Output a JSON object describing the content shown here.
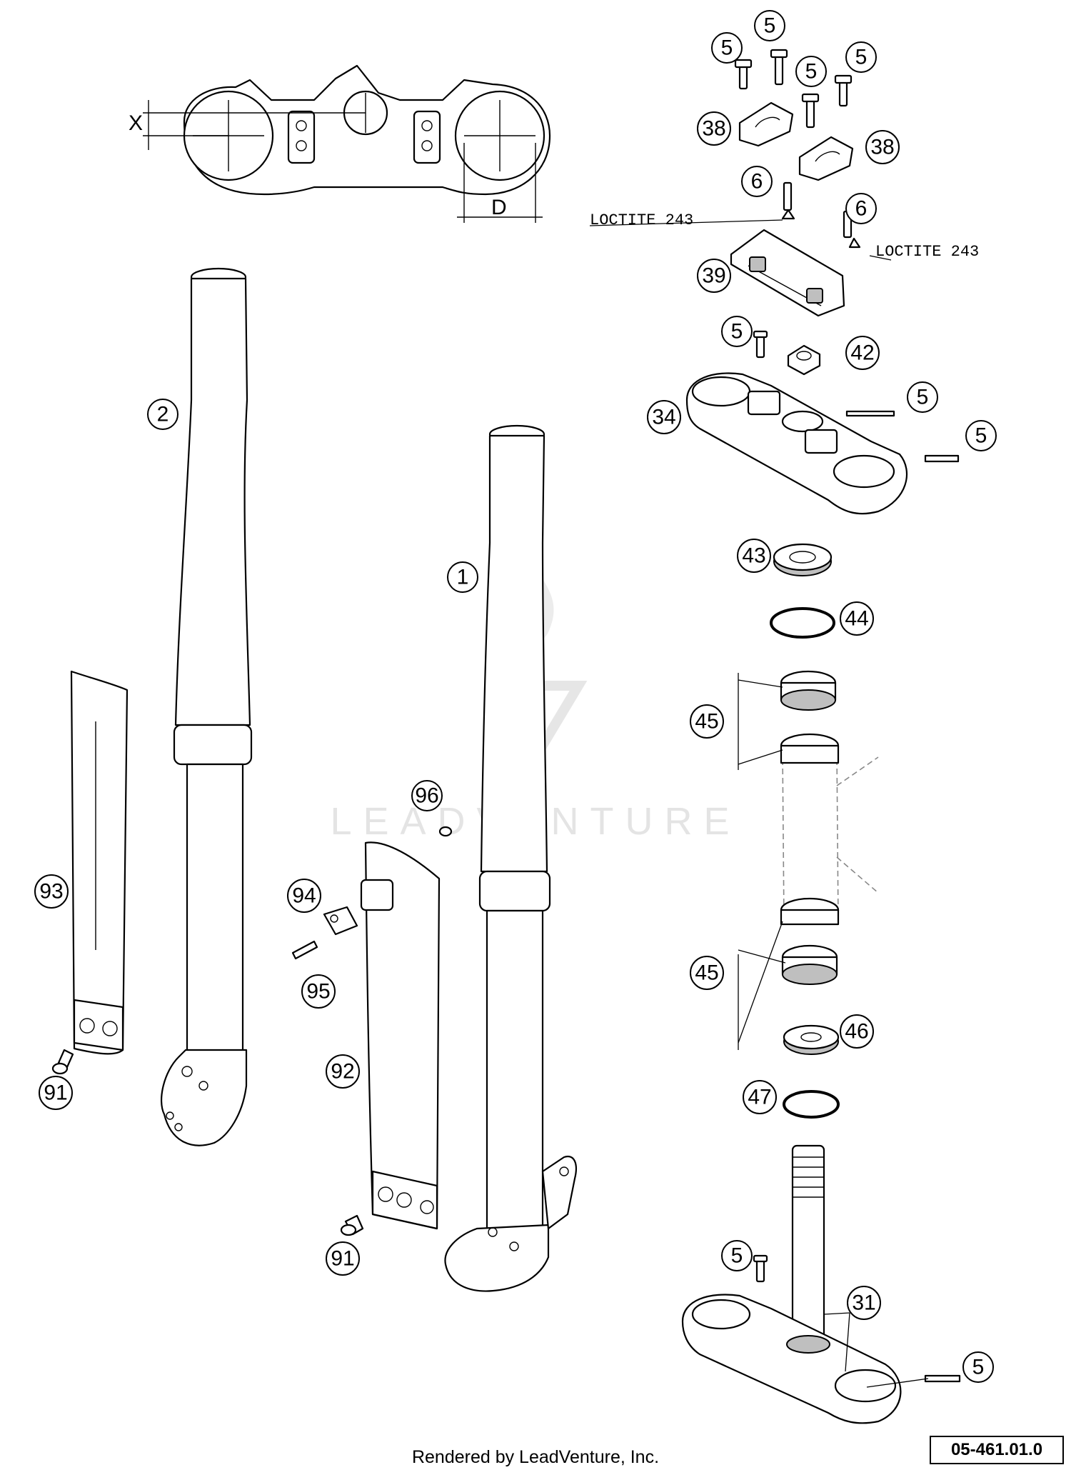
{
  "diagram": {
    "dimension_labels": {
      "x": "X",
      "d": "D"
    },
    "loctite_left": "LOCTITE 243",
    "loctite_right": "LOCTITE 243",
    "callouts": [
      {
        "id": "c5a",
        "label": "5"
      },
      {
        "id": "c5b",
        "label": "5"
      },
      {
        "id": "c5c",
        "label": "5"
      },
      {
        "id": "c5d",
        "label": "5"
      },
      {
        "id": "c38a",
        "label": "38"
      },
      {
        "id": "c38b",
        "label": "38"
      },
      {
        "id": "c6a",
        "label": "6"
      },
      {
        "id": "c6b",
        "label": "6"
      },
      {
        "id": "c39",
        "label": "39"
      },
      {
        "id": "c5e",
        "label": "5"
      },
      {
        "id": "c42",
        "label": "42"
      },
      {
        "id": "c34",
        "label": "34"
      },
      {
        "id": "c5f",
        "label": "5"
      },
      {
        "id": "c5g",
        "label": "5"
      },
      {
        "id": "c2",
        "label": "2"
      },
      {
        "id": "c1",
        "label": "1"
      },
      {
        "id": "c43",
        "label": "43"
      },
      {
        "id": "c44",
        "label": "44"
      },
      {
        "id": "c45a",
        "label": "45"
      },
      {
        "id": "c45b",
        "label": "45"
      },
      {
        "id": "c46",
        "label": "46"
      },
      {
        "id": "c47",
        "label": "47"
      },
      {
        "id": "c93",
        "label": "93"
      },
      {
        "id": "c96",
        "label": "96"
      },
      {
        "id": "c94",
        "label": "94"
      },
      {
        "id": "c95",
        "label": "95"
      },
      {
        "id": "c92",
        "label": "92"
      },
      {
        "id": "c91a",
        "label": "91"
      },
      {
        "id": "c91b",
        "label": "91"
      },
      {
        "id": "c5h",
        "label": "5"
      },
      {
        "id": "c31",
        "label": "31"
      },
      {
        "id": "c5i",
        "label": "5"
      }
    ]
  },
  "watermark": "LEADVENTURE",
  "footer": {
    "credit": "Rendered by LeadVenture, Inc.",
    "ref_code": "05-461.01.0"
  }
}
